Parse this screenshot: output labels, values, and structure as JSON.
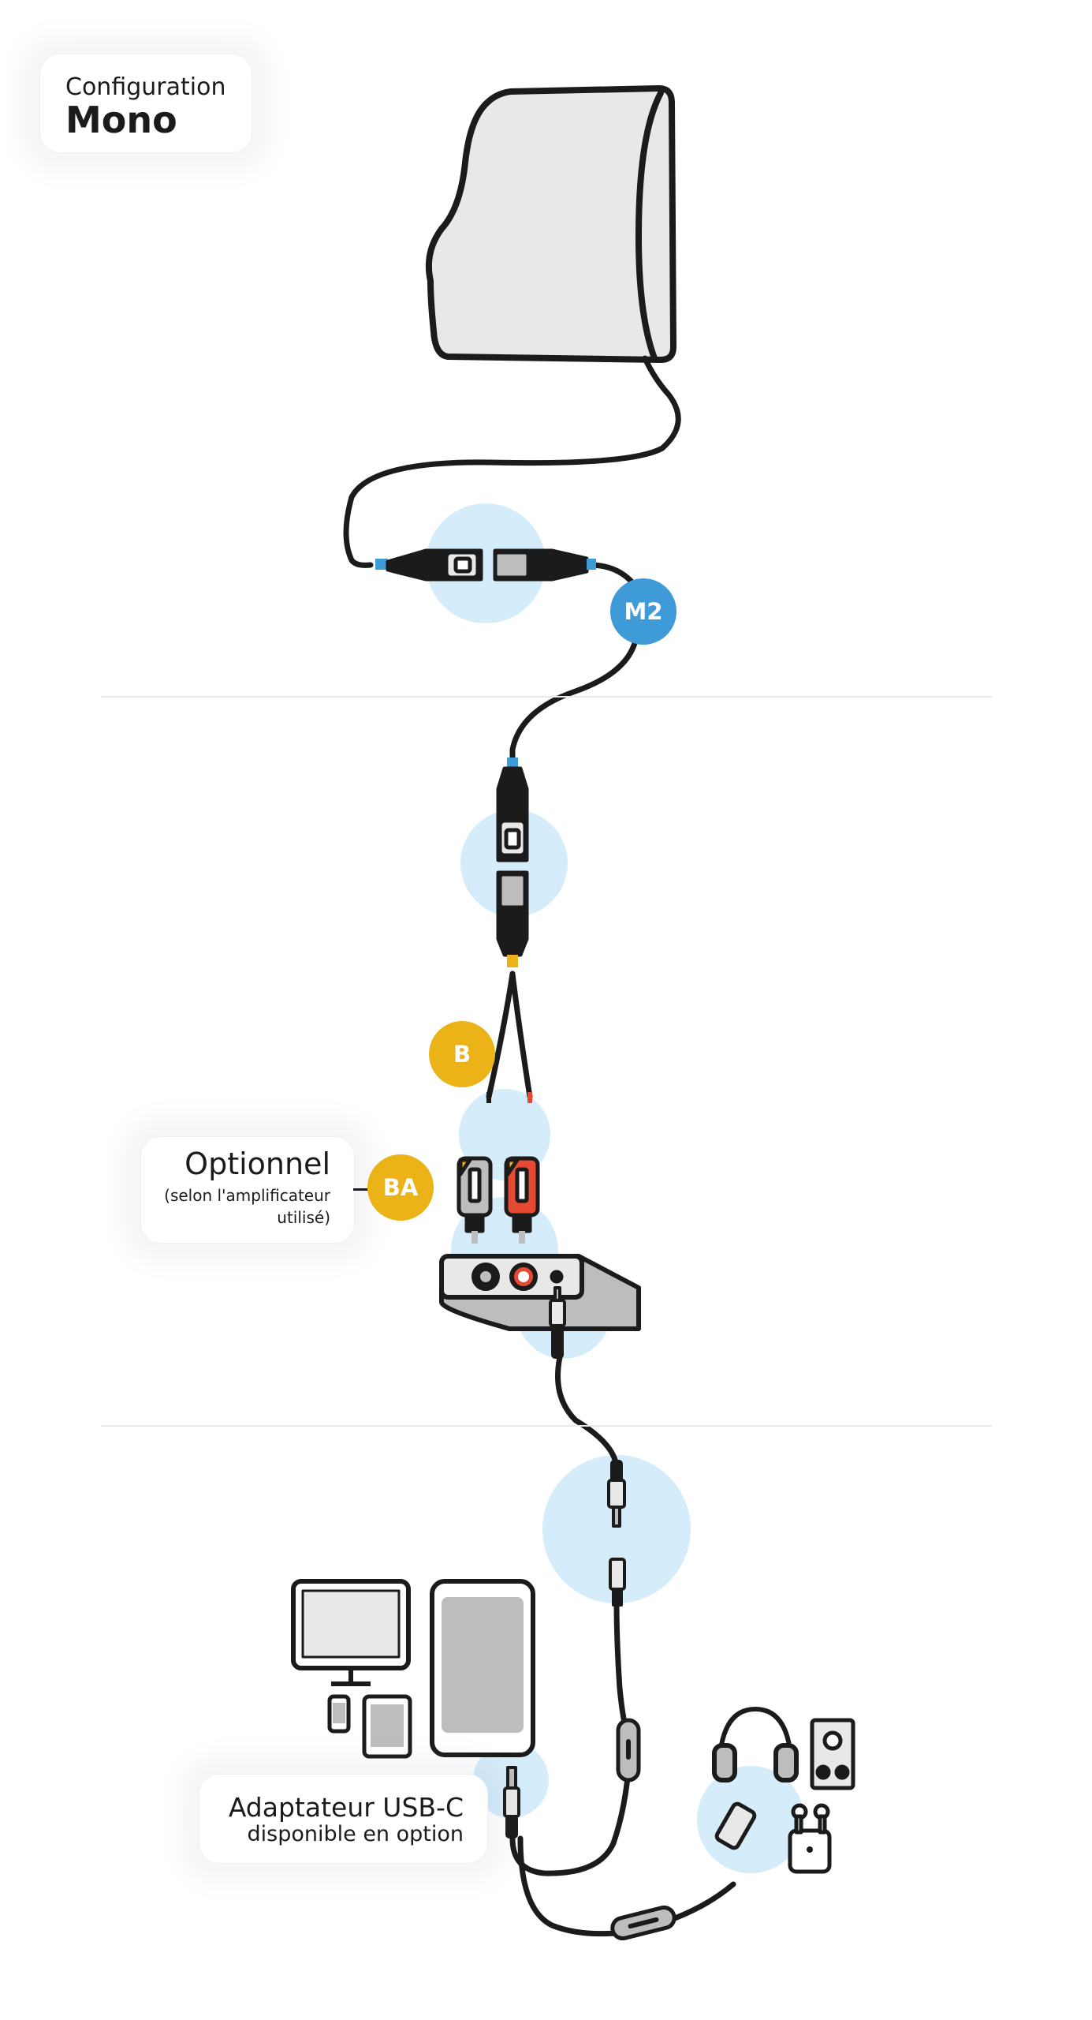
{
  "config_card": {
    "line1": "Configuration",
    "line2": "Mono"
  },
  "optional_card": {
    "title": "Optionnel",
    "subtitle": "(selon l'amplificateur utilisé)"
  },
  "usb_card": {
    "title": "Adaptateur USB-C",
    "subtitle": "disponible en option"
  },
  "badges": {
    "m2": "M2",
    "b": "B",
    "ba": "BA"
  },
  "icons": {
    "pillow": "pillow-speaker-icon",
    "connector": "cable-connector-icon",
    "splitter": "y-splitter-cable-icon",
    "rca": "rca-plug-icon",
    "amplifier": "amplifier-box-icon",
    "jack": "mini-jack-icon",
    "monitor": "computer-monitor-icon",
    "tablet": "tablet-icon",
    "phone": "smartphone-icon",
    "headphones": "headphones-icon",
    "speaker": "speaker-icon",
    "earbuds": "wireless-earbuds-icon"
  },
  "colors": {
    "highlight_circle": "#d5ecfa",
    "blue_accent": "#3f9ad8",
    "yellow_accent": "#ebb317",
    "red_plug": "#e64a33",
    "cable": "#1b1b1b",
    "light_fill": "#e8e8e8",
    "mid_fill": "#bdbdbd"
  }
}
